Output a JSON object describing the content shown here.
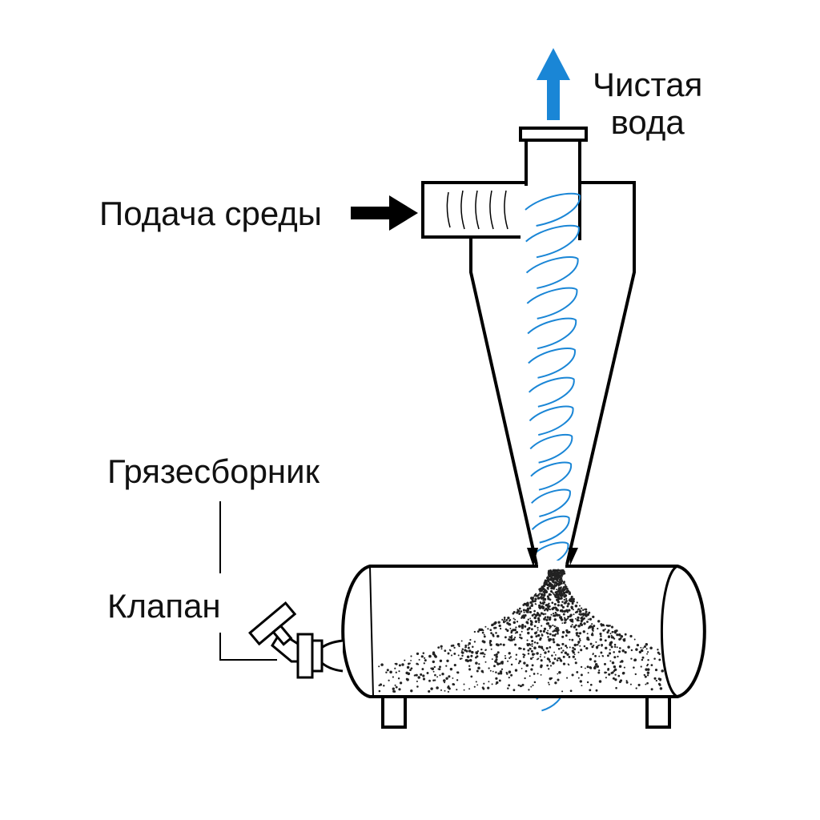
{
  "labels": {
    "clean_water_line1": "Чистая",
    "clean_water_line2": "вода",
    "feed": "Подача среды",
    "dirt_collector": "Грязесборник",
    "valve": "Клапан"
  },
  "colors": {
    "outline": "#000000",
    "swirl": "#1a86d6",
    "arrow_out": "#1a86d6",
    "arrow_in": "#000000",
    "sediment": "#222222"
  },
  "icons": {
    "outlet_arrow": "arrow-up-icon",
    "inlet_arrow": "arrow-right-icon"
  }
}
